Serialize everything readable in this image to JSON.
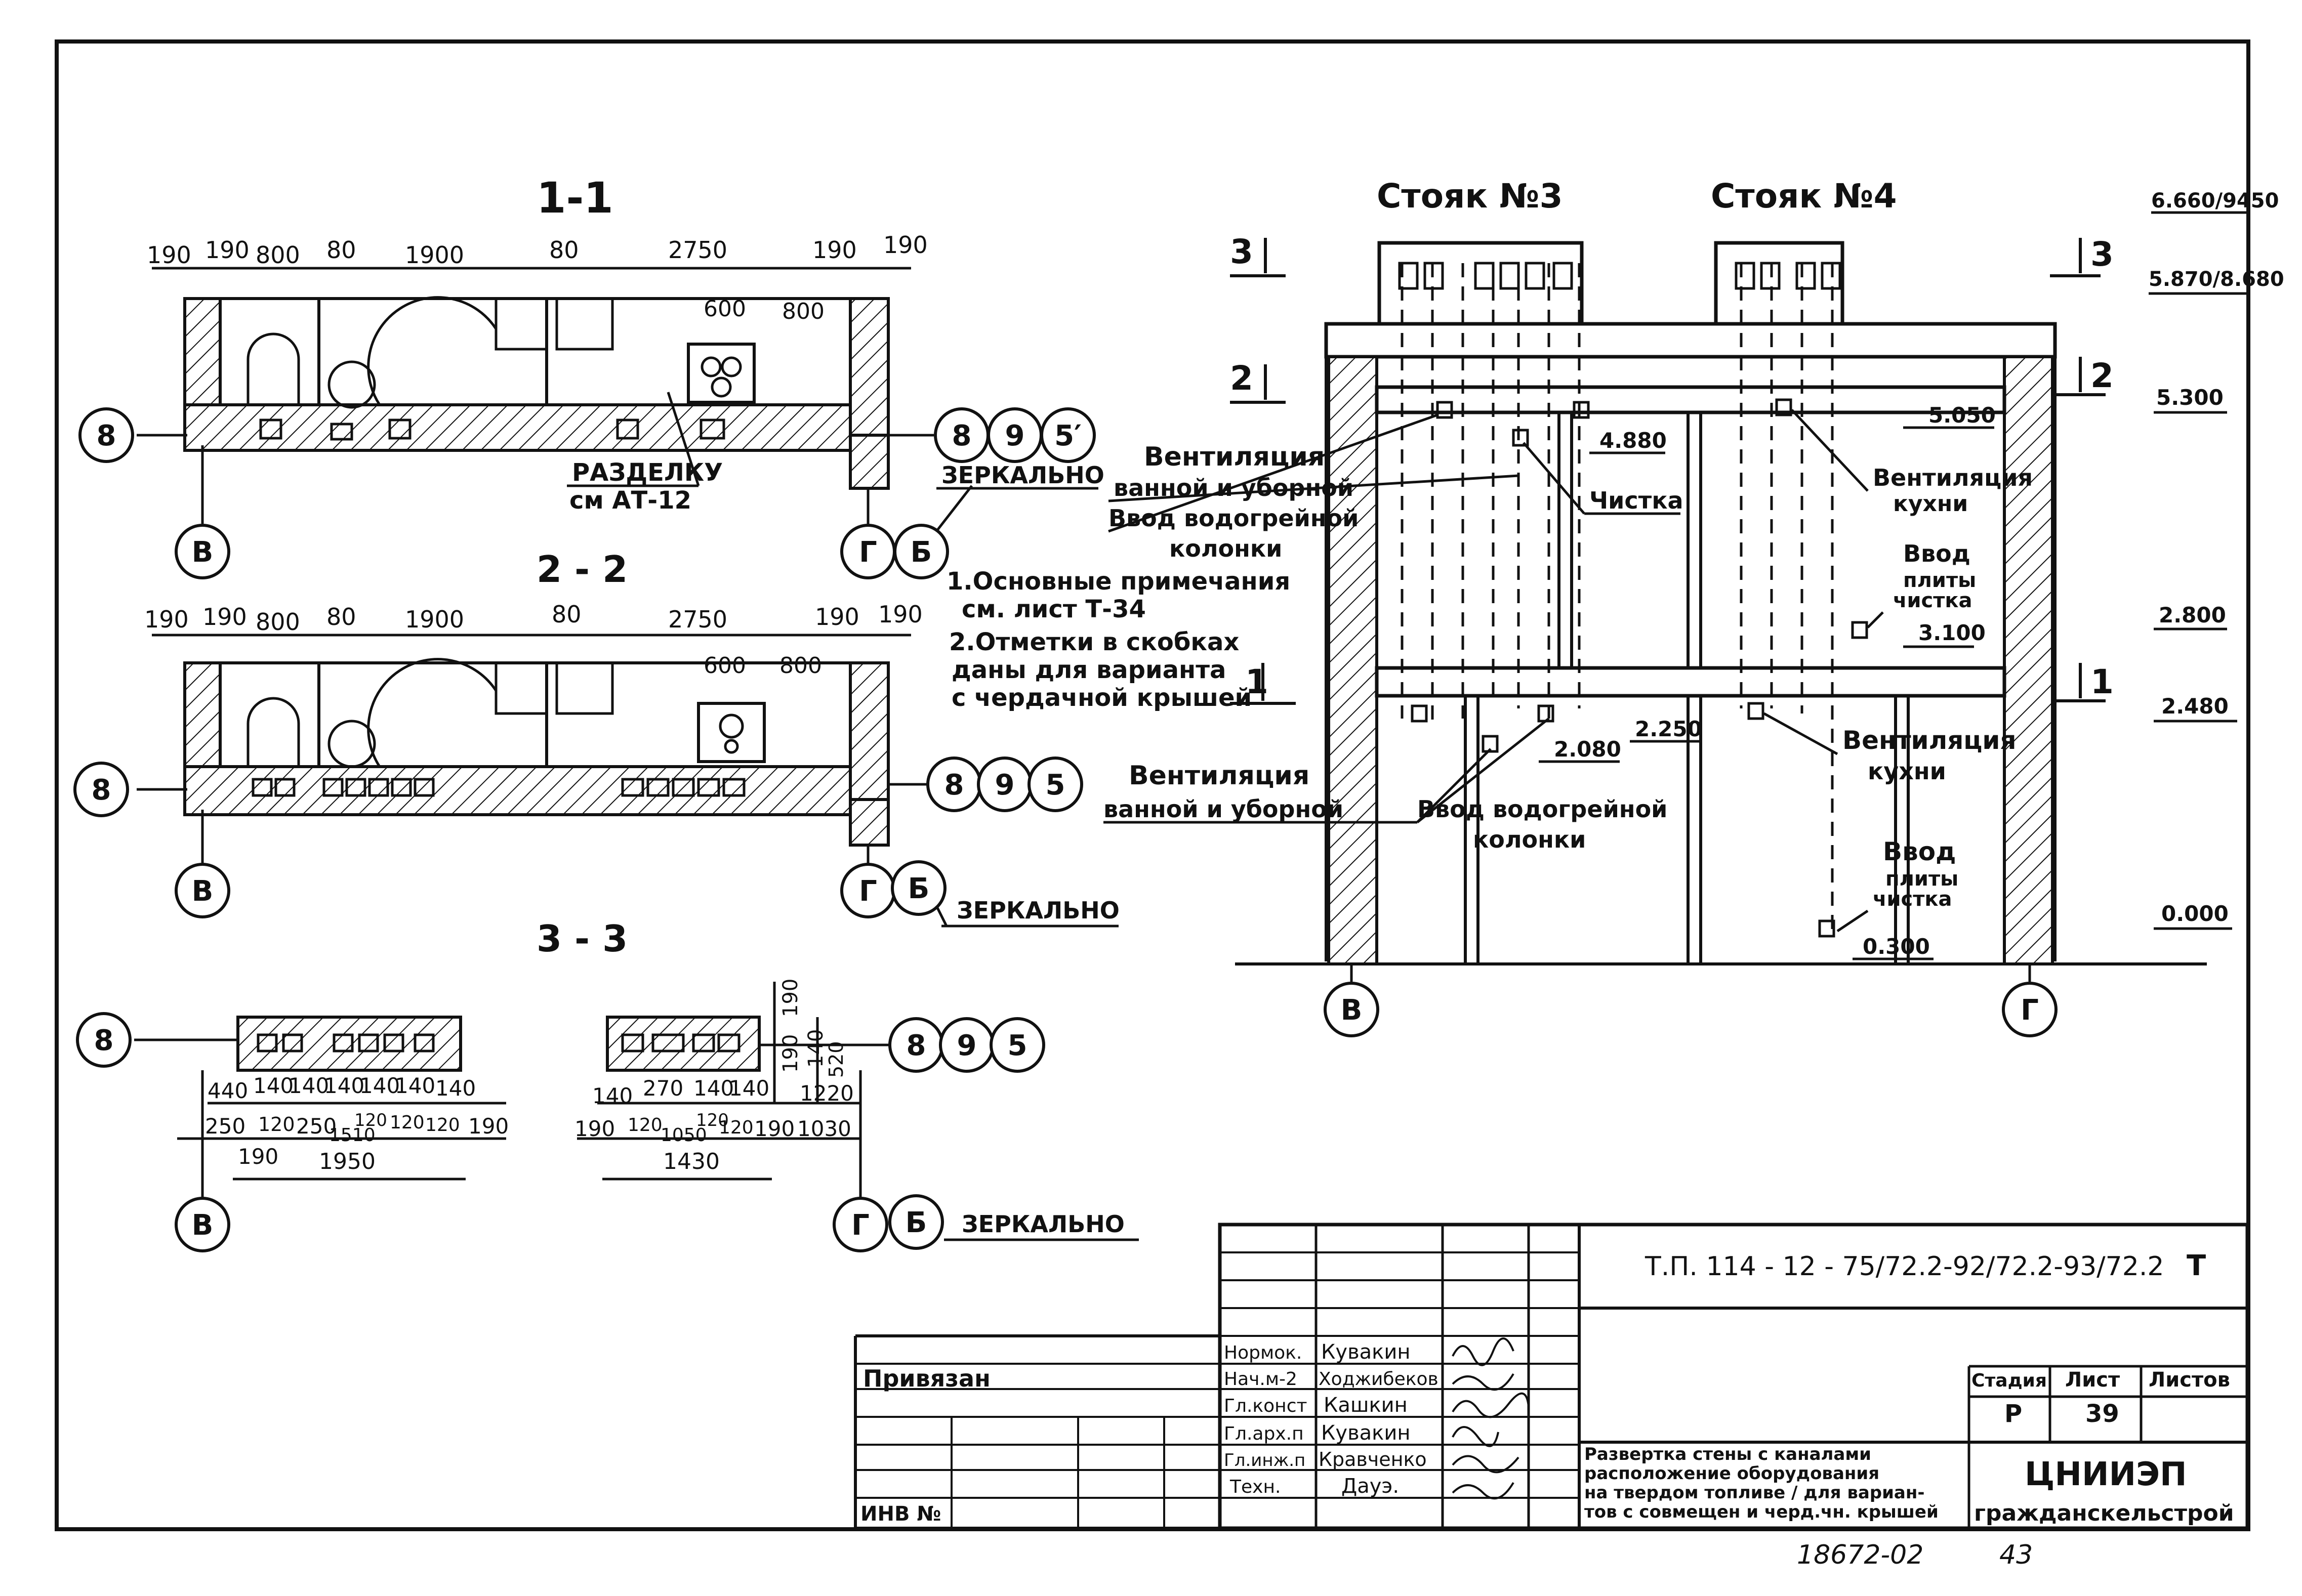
{
  "sections": {
    "s11": {
      "title": "1-1",
      "dims": [
        "190",
        "190",
        "800",
        "80",
        "1900",
        "80",
        "2750",
        "190",
        "190"
      ],
      "dims_inner": [
        "600",
        "800"
      ],
      "note": [
        "РАЗДЕЛКУ",
        "см АТ-12"
      ]
    },
    "s22": {
      "title": "2 - 2",
      "dims": [
        "190",
        "190",
        "800",
        "80",
        "1900",
        "80",
        "2750",
        "190",
        "190"
      ],
      "dims_inner": [
        "600",
        "800"
      ]
    },
    "s33": {
      "title": "3 - 3",
      "left_top": [
        "440",
        "140",
        "140",
        "140",
        "140",
        "140",
        "140"
      ],
      "left_mid": [
        "250",
        "120",
        "250",
        "1510",
        "120",
        "120",
        "120",
        "190"
      ],
      "left_bot": [
        "190",
        "1950"
      ],
      "right_top": [
        "140",
        "270",
        "140",
        "140"
      ],
      "right_mid": [
        "190",
        "120",
        "1050",
        "120",
        "120",
        "190",
        "1030"
      ],
      "right_vert": [
        "190",
        "190",
        "140",
        "520",
        "1220"
      ],
      "right_bot": [
        "1430"
      ]
    }
  },
  "axes": {
    "v": "В",
    "g": "Г",
    "b": "Б",
    "n8": "8",
    "n9": "9",
    "n5": "5",
    "n5p": "5′"
  },
  "mirror": "ЗЕРКАЛЬНО",
  "notes": [
    "1.Основные примечания",
    "см. лист  Т-34",
    "2.Отметки в скобках",
    "даны для варианта",
    "с чердачной крышей"
  ],
  "elevation": {
    "riser3": "Стояк №3",
    "riser4": "Стояк №4",
    "cut_marks": [
      "3",
      "2",
      "1",
      "3",
      "2",
      "1"
    ],
    "levels": [
      "6.660/9450",
      "5.870/8.680",
      "5.300",
      "5.050",
      "4.880",
      "3.100",
      "2.800",
      "2.480",
      "2.250",
      "2.080",
      "0.300",
      "0.000"
    ],
    "labels": {
      "vent_bath": [
        "Вентиляция",
        "ванной и уборной"
      ],
      "vent_bath_top": [
        "Вентиляция",
        "ванной и уборной",
        "Ввод водогрейной",
        "колонки"
      ],
      "cleaning": "Чистка",
      "vent_kitchen_top": [
        "Вентиляция",
        "кухни"
      ],
      "stove_top": [
        "Ввод",
        "плиты",
        "чистка"
      ],
      "vent_kitchen": [
        "Вентиляция",
        "кухни"
      ],
      "heater_in": [
        "Ввод водогрейной",
        "колонки"
      ],
      "stove_bot": [
        "Ввод",
        "плиты",
        "чистка"
      ]
    }
  },
  "title_block": {
    "code": "Т.П. 114 - 12 - 75/72.2-92/72.2-93/72.2",
    "sheet_type": "Т",
    "bound": "Привязан",
    "inv": "ИНВ №",
    "roles": [
      "Нормок.",
      "Нач.м-2",
      "Гл.конст",
      "Гл.арх.п",
      "Гл.инж.п",
      "Техн."
    ],
    "names": [
      "Кувакин",
      "Ходжибеков",
      "Кашкин",
      "Кувакин",
      "Кравченко",
      "Дауэ."
    ],
    "stage_h": "Стадия",
    "list_h": "Лист",
    "lists_h": "Листов",
    "stage": "Р",
    "list": "39",
    "desc": [
      "Развертка стены с каналами",
      "расположение оборудования",
      "на твердом топливе / для вариан-",
      "тов с совмещен и черд.чн. крышей"
    ],
    "org": [
      "ЦНИИЭП",
      "гражданскельстрой"
    ]
  },
  "footer": {
    "num": "18672-02",
    "page": "43"
  }
}
